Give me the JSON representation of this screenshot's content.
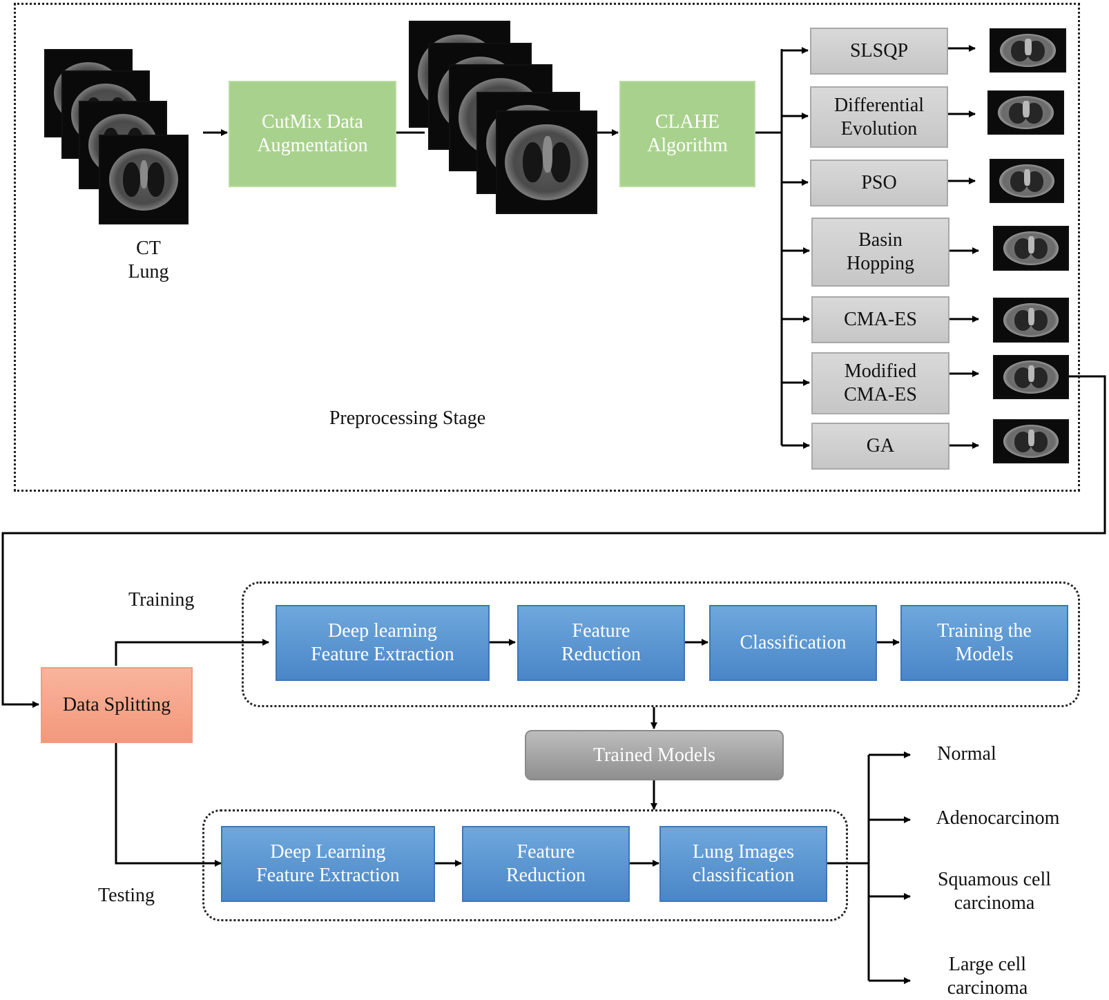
{
  "preprocessing": {
    "stage_label": "Preprocessing Stage",
    "input_label_line1": "CT",
    "input_label_line2": "Lung",
    "cutmix_line1": "CutMix Data",
    "cutmix_line2": "Augmentation",
    "clahe_line1": "CLAHE",
    "clahe_line2": "Algorithm",
    "optimizers": [
      {
        "line1": "SLSQP",
        "line2": ""
      },
      {
        "line1": "Differential",
        "line2": "Evolution"
      },
      {
        "line1": "PSO",
        "line2": ""
      },
      {
        "line1": "Basin",
        "line2": "Hopping"
      },
      {
        "line1": "CMA-ES",
        "line2": ""
      },
      {
        "line1": "Modified",
        "line2": "CMA-ES"
      },
      {
        "line1": "GA",
        "line2": ""
      }
    ]
  },
  "splitting": {
    "data_splitting": "Data Splitting",
    "training_label": "Training",
    "testing_label": "Testing"
  },
  "training": {
    "steps": [
      {
        "line1": "Deep learning",
        "line2": "Feature Extraction"
      },
      {
        "line1": "Feature",
        "line2": "Reduction"
      },
      {
        "line1": "Classification",
        "line2": ""
      },
      {
        "line1": "Training the",
        "line2": "Models"
      }
    ]
  },
  "trained_models": "Trained Models",
  "testing": {
    "steps": [
      {
        "line1": "Deep Learning",
        "line2": "Feature Extraction"
      },
      {
        "line1": "Feature",
        "line2": "Reduction"
      },
      {
        "line1": "Lung Images",
        "line2": "classification"
      }
    ]
  },
  "outputs": [
    {
      "line1": "Normal",
      "line2": ""
    },
    {
      "line1": "Adenocarcinom",
      "line2": ""
    },
    {
      "line1": "Squamous cell",
      "line2": "carcinoma"
    },
    {
      "line1": "Large cell",
      "line2": "carcinoma"
    }
  ],
  "colors": {
    "green": "#a9d18e",
    "grey": "#d0d0d0",
    "blue": "#5b9bd5",
    "orange": "#f4a386",
    "trained_grey": "#a6a6a6"
  }
}
